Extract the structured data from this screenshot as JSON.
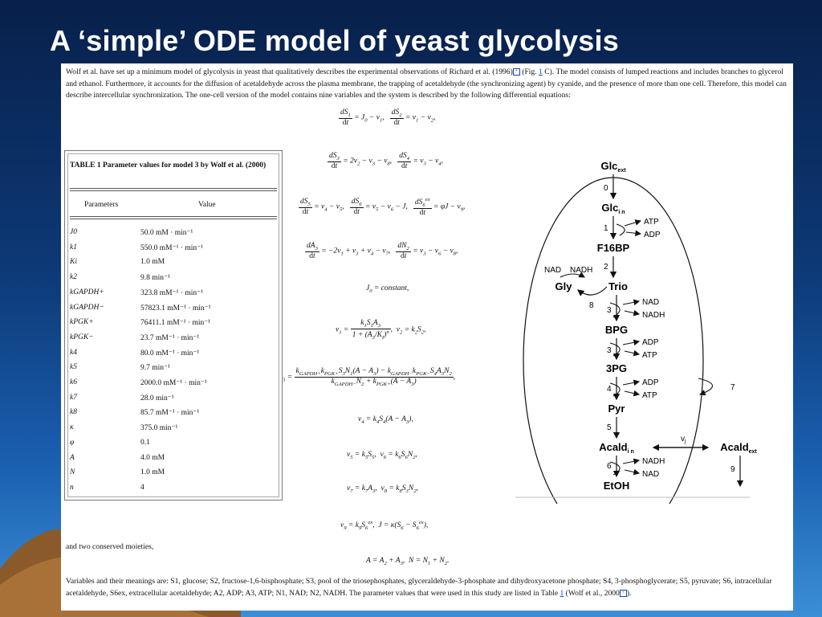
{
  "title": "A ‘simple’ ODE model of yeast glycolysis",
  "intro": {
    "text1": "Wolf et al. have set up a minimum model of glycolysis in yeast that qualitatively describes the experimental observations of Richard et al. (1996)",
    "fig_pre": " (Fig. ",
    "fig_link": "1",
    "fig_post": " C). The model consists of lumped reactions and includes branches to glycerol and ethanol. Furthermore, it accounts for the diffusion of acetaldehyde across the plasma membrane, the trapping of acetaldehyde (the synchronizing agent) by cyanide, and the presence of more than one cell. Therefore, this model can describe intercellular synchronization. The one-cell version of the model contains nine variables and the system is described by the following differential equations:"
  },
  "equations": {
    "jo_const": "J0 = constant,",
    "conserved_label": "and two conserved moieties,"
  },
  "table": {
    "caption": "TABLE 1   Parameter values for model 3 by Wolf et al. (2000)",
    "col_param": "Parameters",
    "col_value": "Value",
    "rows": [
      {
        "p": "J0",
        "v": "50.0 mM · min⁻¹"
      },
      {
        "p": "k1",
        "v": "550.0 mM⁻¹ · min⁻¹"
      },
      {
        "p": "Ki",
        "v": "1.0 mM"
      },
      {
        "p": "k2",
        "v": "9.8 min⁻¹"
      },
      {
        "p": "kGAPDH+",
        "v": "323.8 mM⁻¹ · min⁻¹"
      },
      {
        "p": "kGAPDH−",
        "v": "57823.1 mM⁻¹ · min⁻¹"
      },
      {
        "p": "kPGK+",
        "v": "76411.1 mM⁻¹ · min⁻¹"
      },
      {
        "p": "kPGK−",
        "v": "23.7 mM⁻¹ · min⁻¹"
      },
      {
        "p": "k4",
        "v": "80.0 mM⁻¹ · min⁻¹"
      },
      {
        "p": "k5",
        "v": "9.7 min⁻¹"
      },
      {
        "p": "k6",
        "v": "2000.0 mM⁻¹ · min⁻¹"
      },
      {
        "p": "k7",
        "v": "28.0 min⁻¹"
      },
      {
        "p": "k8",
        "v": "85.7 mM⁻¹ · min⁻¹"
      },
      {
        "p": "κ",
        "v": "375.0 min⁻¹"
      },
      {
        "p": "φ",
        "v": "0.1"
      },
      {
        "p": "A",
        "v": "4.0 mM"
      },
      {
        "p": "N",
        "v": "1.0 mM"
      },
      {
        "p": "n",
        "v": "4"
      }
    ]
  },
  "diagram": {
    "glc_ext": "Glc",
    "glc_ext_sub": "ext",
    "glc_in": "Glc",
    "glc_in_sub": "i n",
    "f16bp": "F16BP",
    "gly": "Gly",
    "trio": "Trio",
    "bpg": "BPG",
    "pg3": "3PG",
    "pyr": "Pyr",
    "acald_in": "Acald",
    "acald_in_sub": "i n",
    "acald_ext": "Acald",
    "acald_ext_sub": "ext",
    "etoh": "EtOH",
    "atp": "ATP",
    "adp": "ADP",
    "nad": "NAD",
    "nadh": "NADH",
    "vj": "v",
    "vj_sub": "j",
    "steps": [
      "0",
      "1",
      "2",
      "8",
      "3",
      "3",
      "4",
      "7",
      "5",
      "6",
      "9"
    ]
  },
  "bottom": {
    "text": "Variables and their meanings are: S1, glucose; S2, fructose-1,6-bisphosphate; S3, pool of the triosephosphates, glyceraldehyde-3-phosphate and dihydroxyacetone phosphate; S4, 3-phosphoglycerate; S5, pyruvate; S6, intracellular acetaldehyde, S6ex, extracellular acetaldehyde; A2, ADP; A3, ATP; N1, NAD; N2, NADH. The parameter values that were used in this study are listed in Table ",
    "table_link": "1",
    "tail": " (Wolf et al., 2000",
    "tail_end": ")."
  }
}
